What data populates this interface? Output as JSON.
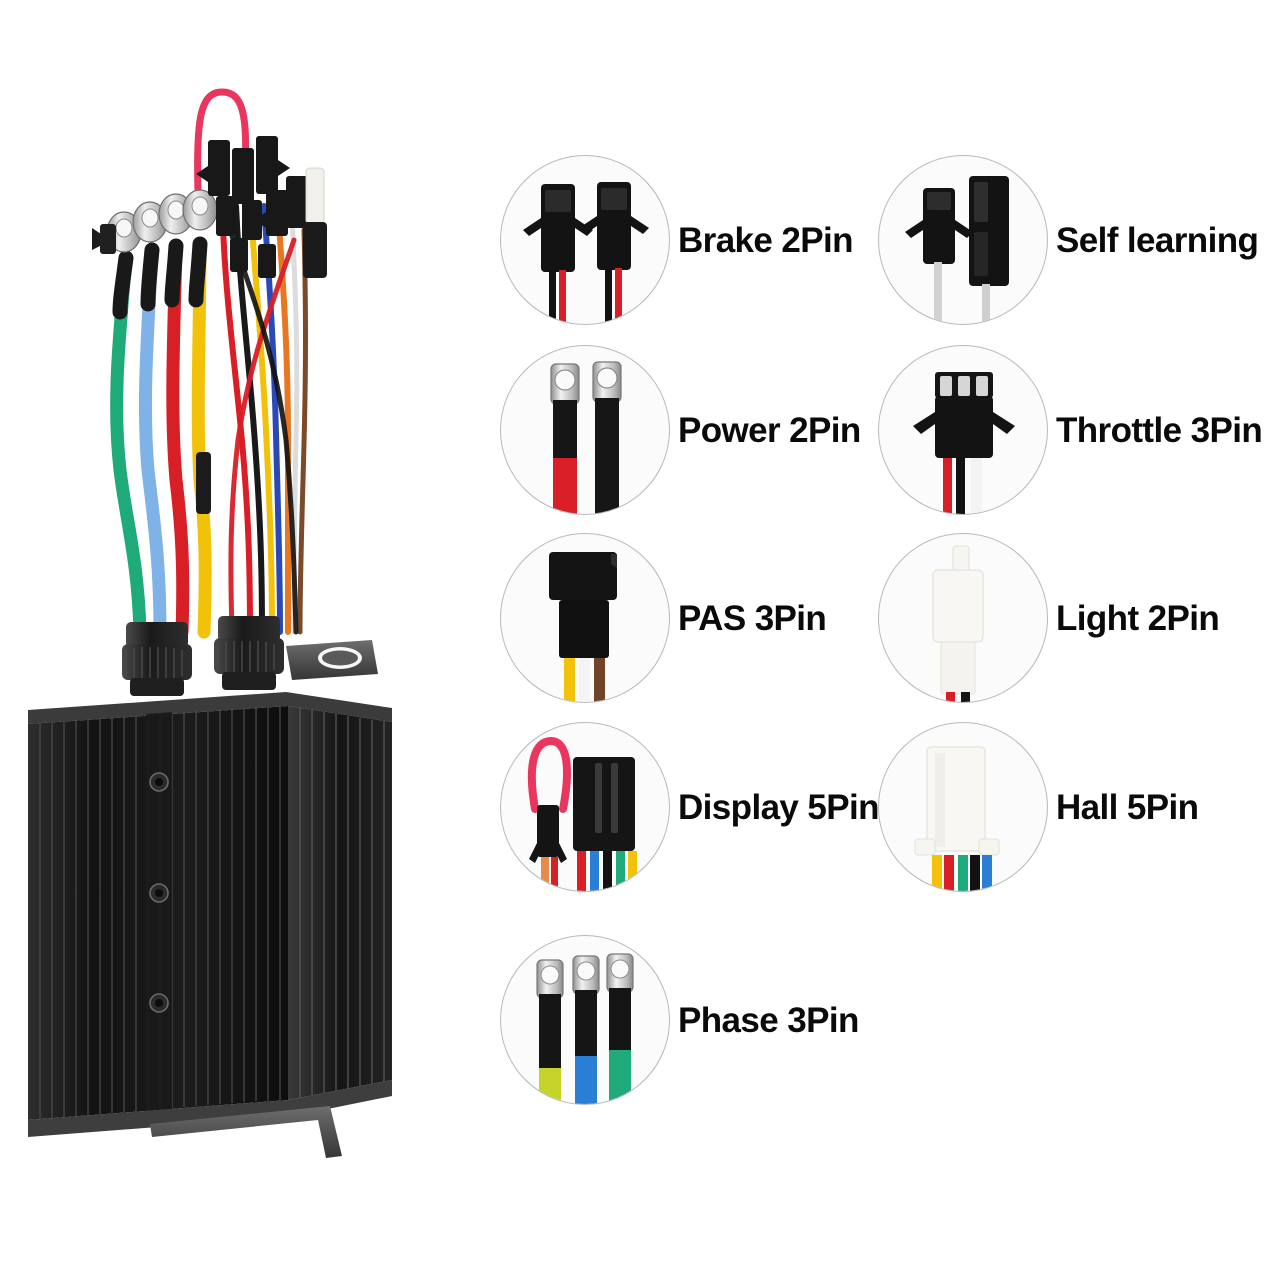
{
  "product": {
    "name": "brushless-motor-controller",
    "body_color": "#141414",
    "description": "Black finned aluminium heatsink controller with two waterproof cable glands and mounting brackets",
    "harness": {
      "loop_wire_color": "#e8365f",
      "ring_terminal_wire_colors": [
        "#1faa7a",
        "#6fa8dc",
        "#d81f26",
        "#f2c20a"
      ],
      "signal_wire_colors": [
        "#d81f26",
        "#111111",
        "#f2c20a",
        "#2a49b8",
        "#e87722",
        "#ffffff",
        "#7a4a2a"
      ]
    },
    "glands": 2,
    "screws": 3
  },
  "legend": {
    "items": [
      {
        "id": "brake",
        "label": "Brake 2Pin",
        "icon": "brake-2pin-connector-icon",
        "column": "left",
        "row": 1,
        "connector_style": "black-jst-pair",
        "wire_colors": [
          "#111111",
          "#d81f26"
        ]
      },
      {
        "id": "self-learning",
        "label": "Self learning",
        "icon": "self-learning-connector-icon",
        "column": "right",
        "row": 1,
        "connector_style": "black-pair-tall",
        "wire_colors": [
          "#d6d6d6",
          "#c9c9c9"
        ]
      },
      {
        "id": "power",
        "label": "Power 2Pin",
        "icon": "power-2pin-ring-terminal-icon",
        "column": "left",
        "row": 2,
        "connector_style": "ring-terminals",
        "wire_colors": [
          "#d81f26",
          "#111111"
        ]
      },
      {
        "id": "throttle",
        "label": "Throttle 3Pin",
        "icon": "throttle-3pin-connector-icon",
        "column": "right",
        "row": 2,
        "connector_style": "black-3pin-winged",
        "wire_colors": [
          "#d81f26",
          "#111111",
          "#ffffff"
        ]
      },
      {
        "id": "pas",
        "label": "PAS 3Pin",
        "icon": "pas-3pin-connector-icon",
        "column": "left",
        "row": 3,
        "connector_style": "black-waterproof-block",
        "wire_colors": [
          "#f2c20a",
          "#ffffff",
          "#7a4a2a"
        ]
      },
      {
        "id": "light",
        "label": "Light 2Pin",
        "icon": "light-2pin-connector-icon",
        "column": "right",
        "row": 3,
        "connector_style": "white-plastic-block",
        "wire_colors": [
          "#d81f26",
          "#111111"
        ]
      },
      {
        "id": "display",
        "label": "Display 5Pin",
        "icon": "display-5pin-connector-icon",
        "column": "left",
        "row": 4,
        "connector_style": "black-5pin-with-red-loop",
        "loop_color": "#e8365f",
        "wire_colors": [
          "#d81f26",
          "#2a7fd4",
          "#111111",
          "#1faa7a",
          "#f2c20a"
        ]
      },
      {
        "id": "hall",
        "label": "Hall 5Pin",
        "icon": "hall-5pin-connector-icon",
        "column": "right",
        "row": 4,
        "connector_style": "white-5pin-flanged",
        "wire_colors": [
          "#f2c20a",
          "#d81f26",
          "#1faa7a",
          "#111111",
          "#2a7fd4"
        ]
      },
      {
        "id": "phase",
        "label": "Phase 3Pin",
        "icon": "phase-3pin-ring-terminal-icon",
        "column": "left",
        "row": 5,
        "connector_style": "ring-terminals-triple",
        "wire_colors": [
          "#c6d42a",
          "#2a7fd4",
          "#1faa7a"
        ]
      }
    ]
  }
}
